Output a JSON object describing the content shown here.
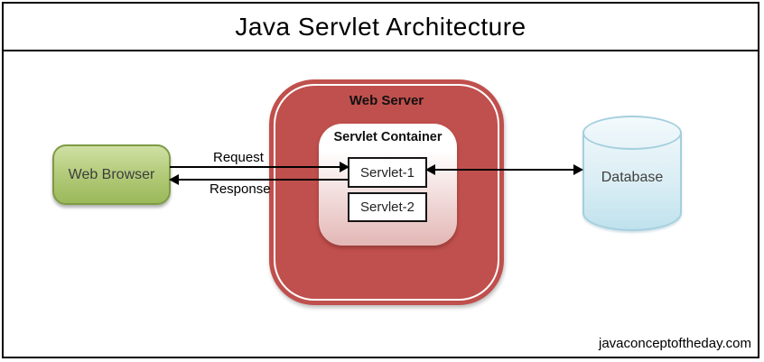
{
  "title": "Java Servlet Architecture",
  "watermark": "javaconceptoftheday.com",
  "diagram": {
    "web_browser": {
      "label": "Web Browser"
    },
    "web_server": {
      "label": "Web Server"
    },
    "servlet_container": {
      "label": "Servlet Container"
    },
    "servlets": [
      {
        "label": "Servlet-1"
      },
      {
        "label": "Servlet-2"
      }
    ],
    "database": {
      "label": "Database"
    },
    "arrows": [
      {
        "label": "Request",
        "from": "web-browser",
        "to": "servlet-1",
        "direction": "right"
      },
      {
        "label": "Response",
        "from": "servlet-1",
        "to": "web-browser",
        "direction": "left"
      },
      {
        "label": "",
        "from": "servlet-1",
        "to": "database",
        "direction": "both"
      }
    ]
  },
  "colors": {
    "server_red": "#c0504d",
    "container_pink": "#e3b7b5",
    "browser_green_top": "#cfe0a3",
    "browser_green_bottom": "#9bb95b",
    "browser_border": "#7d9b45",
    "db_border": "#a5cfdd",
    "db_fill_top": "#f2fafc",
    "db_fill_bottom": "#bfe2ed",
    "line": "#000000"
  }
}
